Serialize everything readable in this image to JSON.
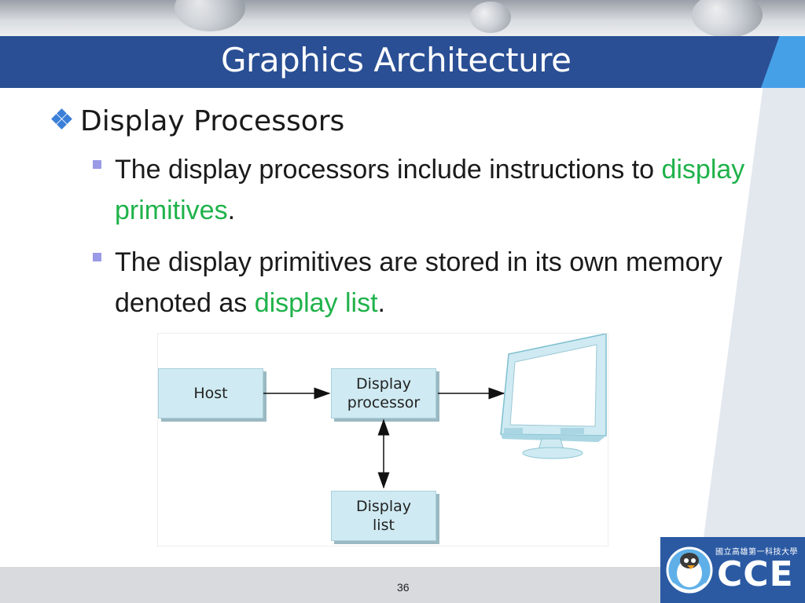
{
  "slide": {
    "title": "Graphics Architecture",
    "heading": "Display Processors",
    "page_number": "36"
  },
  "bullets": [
    {
      "text": "The display processors include instructions to ",
      "highlight": "display primitives",
      "end": "."
    },
    {
      "text": "The display primitives are stored in its own memory denoted as ",
      "highlight": "display list",
      "end": "."
    }
  ],
  "diagram": {
    "host_label": "Host",
    "processor_label": [
      "Display",
      "processor"
    ],
    "list_label": [
      "Display",
      "list"
    ]
  },
  "logo": {
    "subtitle": "國立高雄第一科技大學",
    "text": "CCE"
  },
  "colors": {
    "title_bar": "#2a4f94",
    "accent": "#46a0e8",
    "highlight": "#1fb24a",
    "box_fill": "#cfeaf2"
  },
  "icons": [
    "diamond-bullet-icon",
    "square-bullet-icon",
    "monitor-icon",
    "arrow-icon",
    "penguin-logo-icon"
  ]
}
